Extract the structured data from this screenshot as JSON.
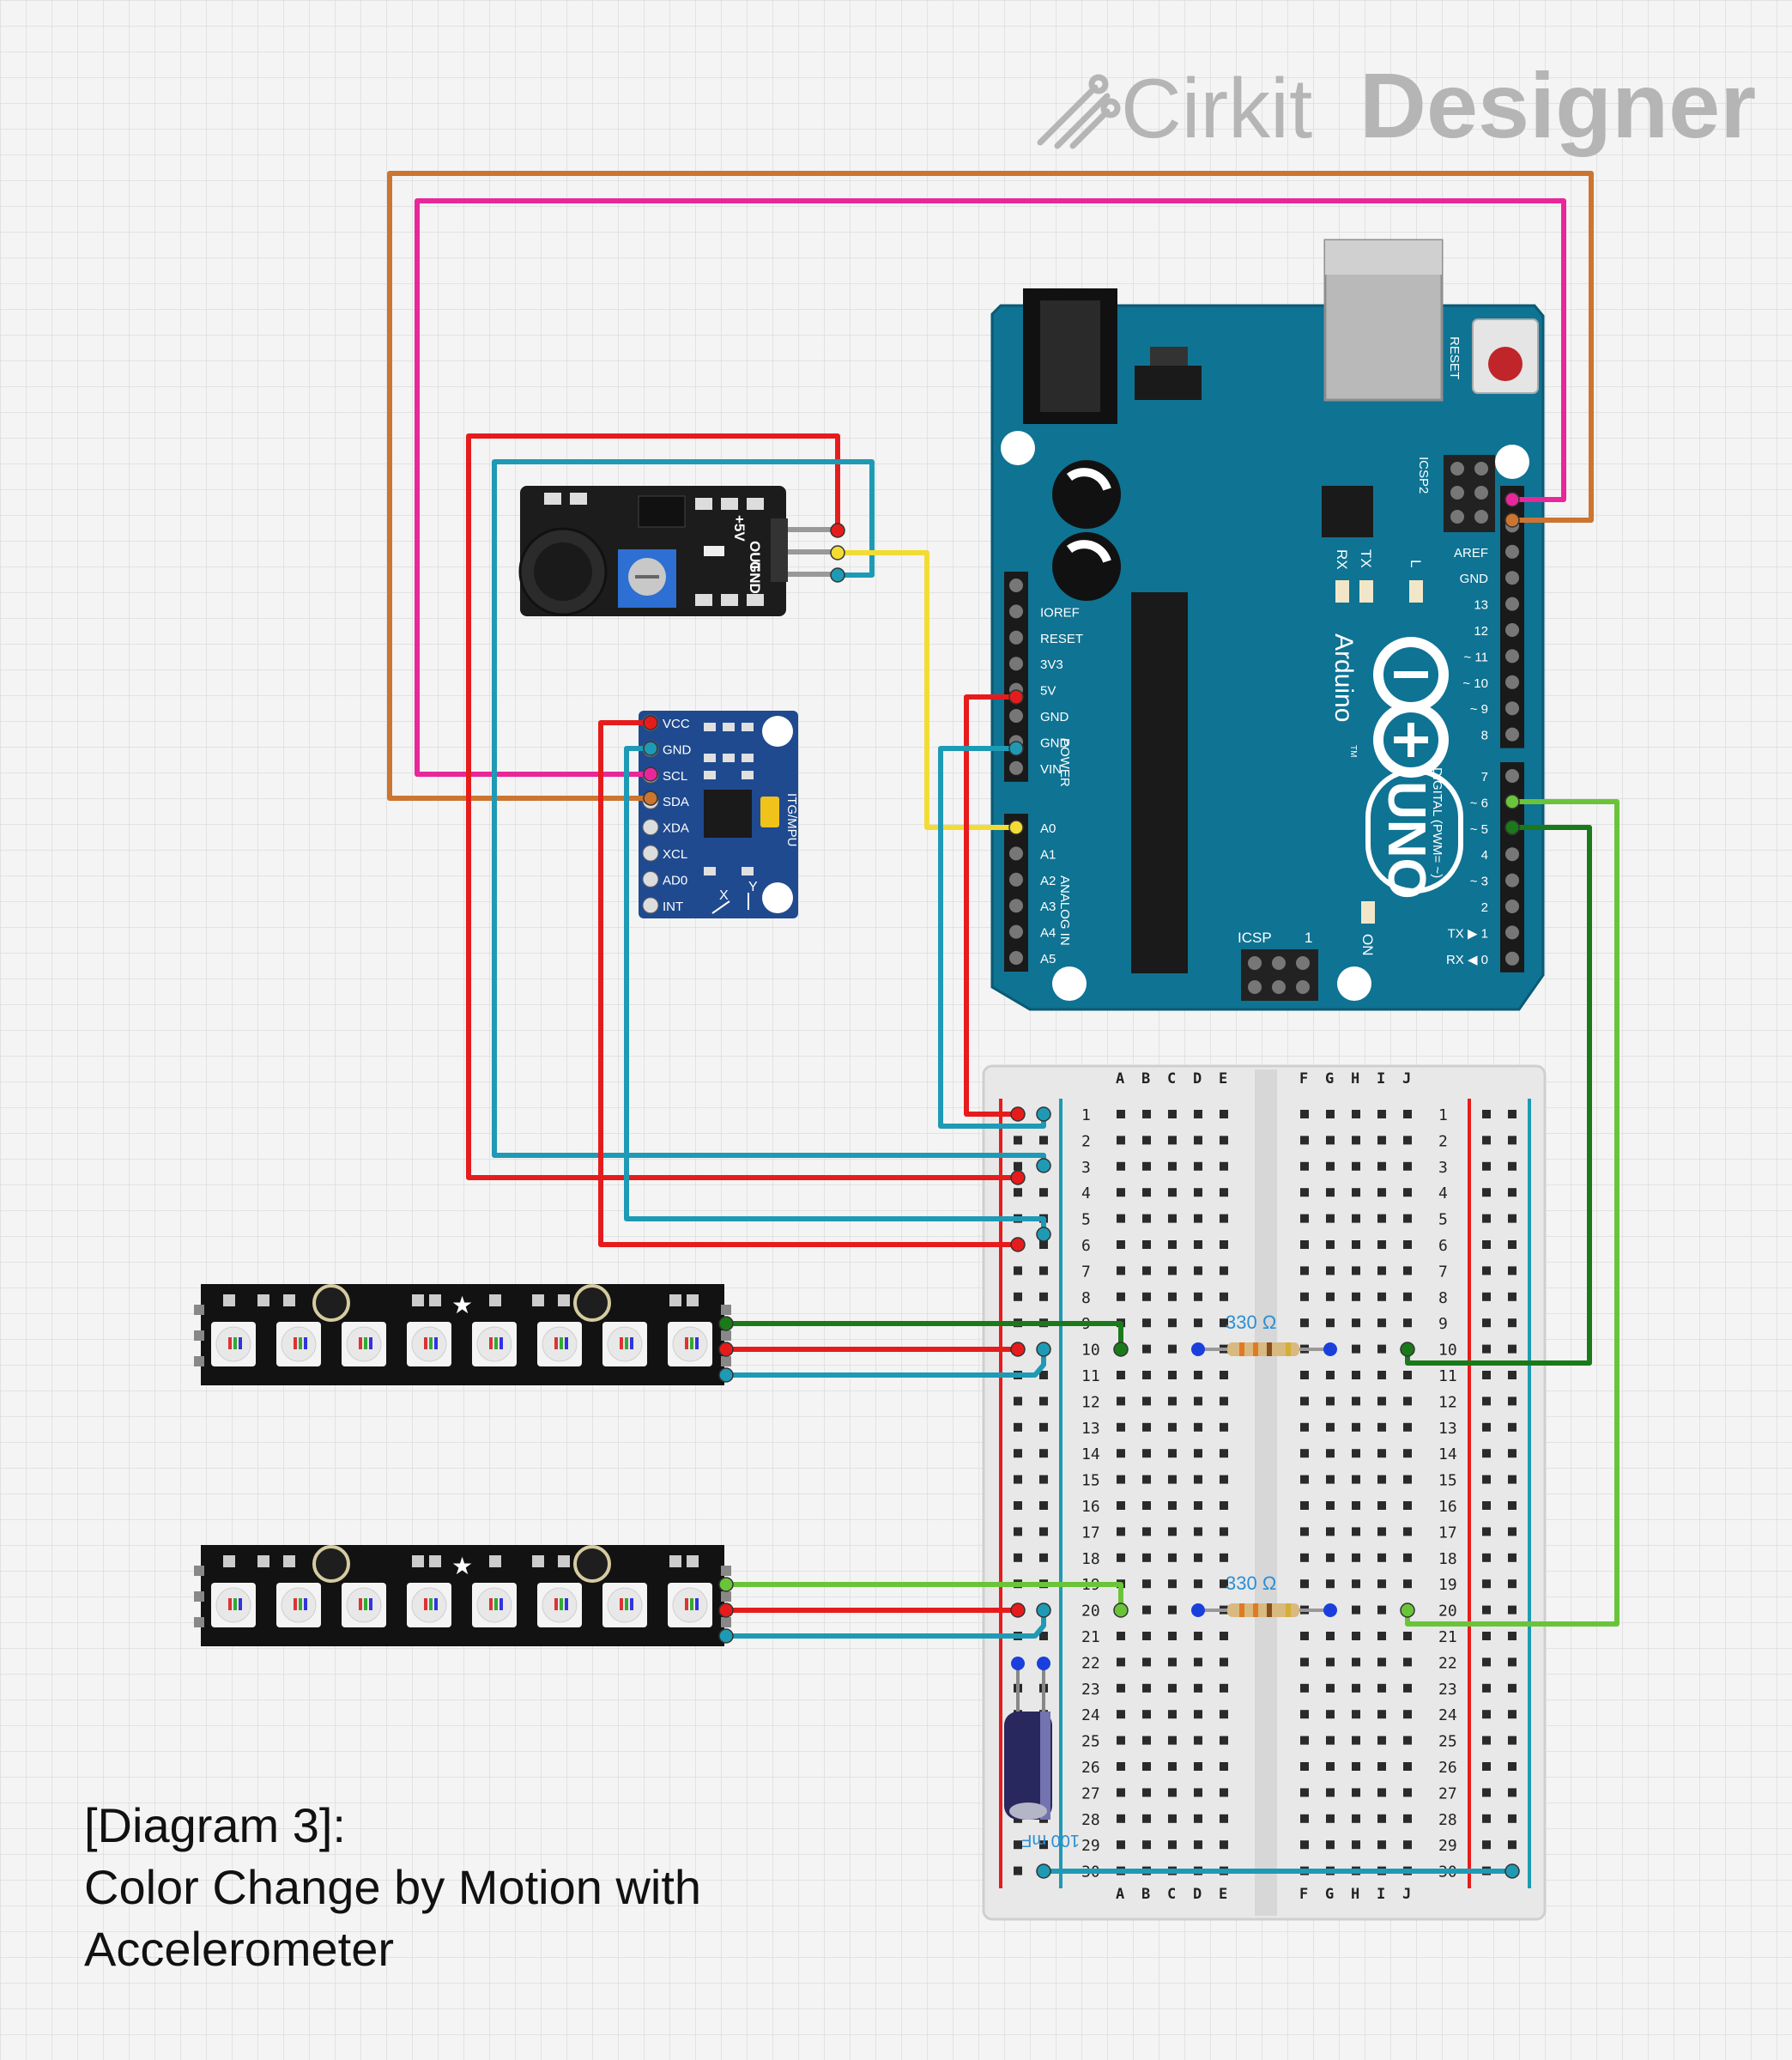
{
  "branding": {
    "name_light": "Cirkit",
    "name_bold": "Designer"
  },
  "caption": {
    "line1": "[Diagram 3]:",
    "line2": "Color Change by Motion with",
    "line3": "Accelerometer"
  },
  "arduino": {
    "brand": "Arduino",
    "model": "UNO",
    "reset": "RESET",
    "icsp2": "ICSP2",
    "icsp": "ICSP",
    "icsp_pin1": "1",
    "tx": "TX",
    "rx": "RX",
    "l": "L",
    "on": "ON",
    "tm": "TM",
    "power_header": "POWER",
    "analog_header": "ANALOG IN",
    "digital_header": "DIGITAL (PWM= ~)",
    "power_pins": [
      "IOREF",
      "RESET",
      "3V3",
      "5V",
      "GND",
      "GND",
      "VIN"
    ],
    "analog_pins": [
      "A0",
      "A1",
      "A2",
      "A3",
      "A4",
      "A5"
    ],
    "digital_top": [
      "AREF",
      "GND",
      "13",
      "12",
      "~ 11",
      "~ 10",
      "~ 9",
      "8"
    ],
    "digital_bottom": [
      "7",
      "~ 6",
      "~ 5",
      "4",
      "~ 3",
      "2",
      "TX ▶ 1",
      "RX ◀ 0"
    ]
  },
  "mic": {
    "pins": [
      "+5V",
      "OUT",
      "GND"
    ]
  },
  "mpu": {
    "pins": [
      "VCC",
      "GND",
      "SCL",
      "SDA",
      "XDA",
      "XCL",
      "AD0",
      "INT"
    ],
    "label": "ITG/MPU",
    "x": "X",
    "y": "Y"
  },
  "breadboard": {
    "cols_left": [
      "A",
      "B",
      "C",
      "D",
      "E"
    ],
    "cols_right": [
      "F",
      "G",
      "H",
      "I",
      "J"
    ],
    "rows": 30
  },
  "resistors": [
    {
      "label": "330 Ω"
    },
    {
      "label": "330 Ω"
    }
  ],
  "capacitor": {
    "label": "100 mF"
  },
  "colors": {
    "red": "#e61c1c",
    "blue": "#1e9ab5",
    "orange": "#cc7530",
    "pink": "#e8279a",
    "yellow": "#f2dc33",
    "dark_green": "#1a7a1a",
    "light_green": "#6ac43a",
    "board": "#0f7393"
  }
}
